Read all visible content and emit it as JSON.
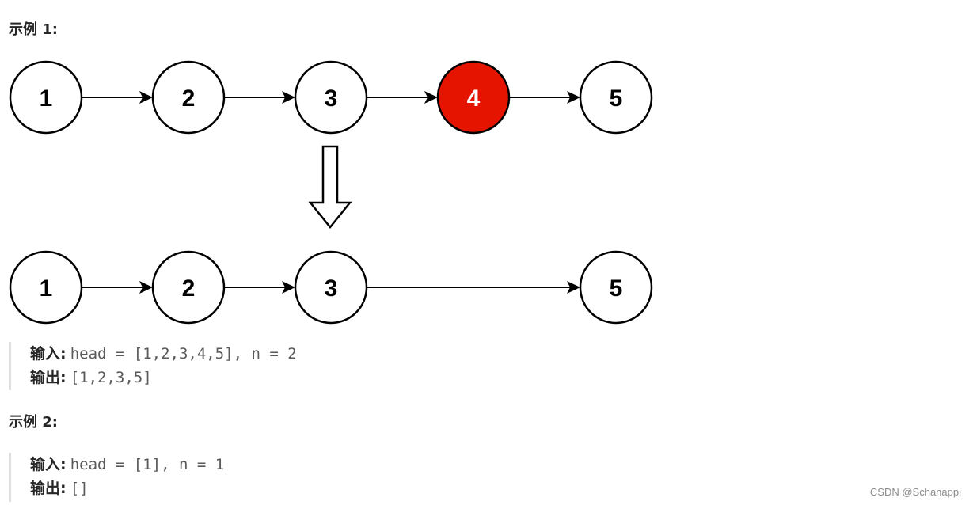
{
  "example1": {
    "heading": "示例 1:",
    "before_nodes": [
      {
        "label": "1",
        "removed": false
      },
      {
        "label": "2",
        "removed": false
      },
      {
        "label": "3",
        "removed": false
      },
      {
        "label": "4",
        "removed": true
      },
      {
        "label": "5",
        "removed": false
      }
    ],
    "after_nodes": [
      {
        "label": "1"
      },
      {
        "label": "2"
      },
      {
        "label": "3"
      },
      {
        "label": "5"
      }
    ],
    "input_label": "输入:",
    "input_code": "head = [1,2,3,4,5], n = 2",
    "output_label": "输出:",
    "output_code": "[1,2,3,5]"
  },
  "example2": {
    "heading": "示例 2:",
    "input_label": "输入:",
    "input_code": "head = [1], n = 1",
    "output_label": "输出:",
    "output_code": "[]"
  },
  "colors": {
    "removed_node": "#e51400",
    "node_border": "#000000"
  },
  "watermark": "CSDN @Schanappi"
}
